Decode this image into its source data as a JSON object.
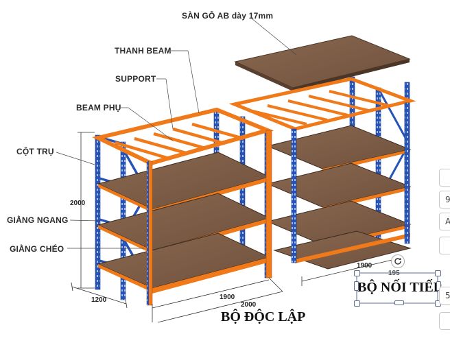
{
  "labels": {
    "san_go": "SÀN GỖ AB dày 17mm",
    "thanh_beam": "THANH BEAM",
    "support": "SUPPORT",
    "beam_phu": "BEAM PHỤ",
    "cot_tru": "CỘT TRỤ",
    "giang_ngang": "GIẰNG NGANG",
    "giang_cheo": "GIẰNG CHÉO"
  },
  "dimensions": {
    "height": "2000",
    "depth": "1200",
    "inner_length": "1900",
    "outer_length": "2000",
    "continuation_length": "1900",
    "selected_dim": "195"
  },
  "titles": {
    "independent": "BỘ ĐỘC LẬP",
    "continuation": "BỘ NỐI TIẾP"
  },
  "side_toolbar": [
    "",
    "9",
    "A",
    "",
    "5",
    ""
  ],
  "colors": {
    "frame_blue": "#2653b8",
    "beam_orange": "#f07a1a",
    "wood": "#7a5a44",
    "selection": "#5b6b8f"
  },
  "icons": [
    "rotate-icon"
  ]
}
